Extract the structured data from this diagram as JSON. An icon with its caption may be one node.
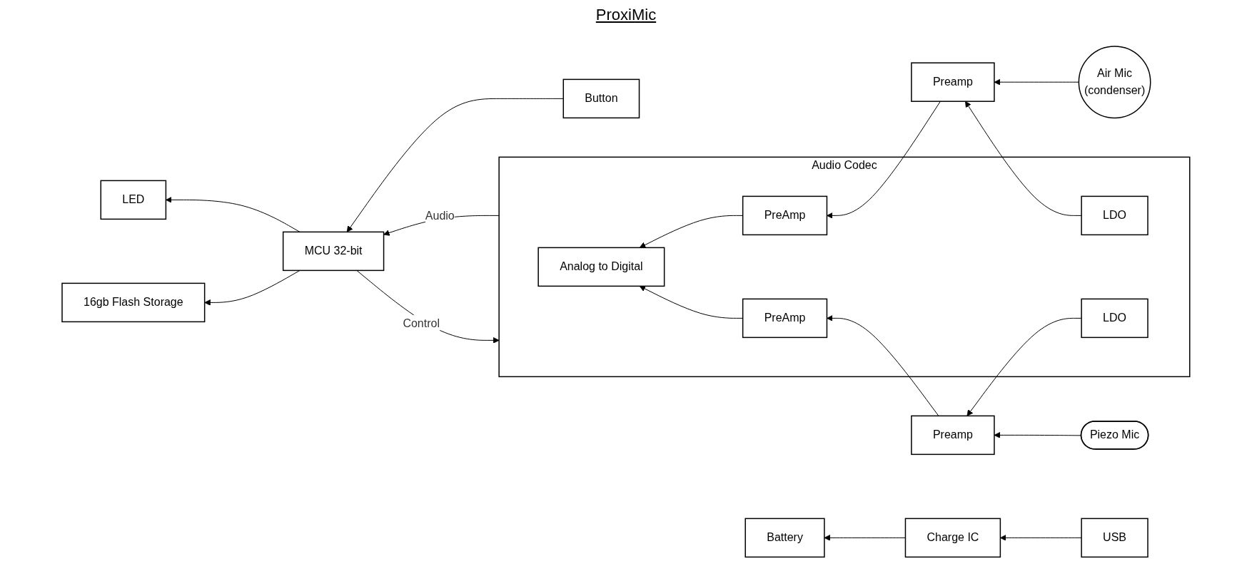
{
  "diagram": {
    "title": "ProxiMic",
    "nodes": [
      {
        "text": [
          "LED"
        ]
      },
      {
        "text": [
          "16gb Flash Storage"
        ]
      },
      {
        "text": [
          "Button"
        ]
      },
      {
        "text": [
          "MCU 32-bit"
        ]
      },
      {
        "text": [
          "USB"
        ]
      },
      {
        "text": [
          "Battery"
        ]
      },
      {
        "text": [
          "Charge IC"
        ]
      },
      {
        "text": [
          "Audio Codec"
        ]
      },
      {
        "text": [
          "Analog to Digital"
        ],
        "in": 7
      },
      {
        "text": [
          "PreAmp"
        ],
        "in": 7
      },
      {
        "text": [
          "LDO"
        ],
        "in": 7
      },
      {
        "text": [
          "LDO"
        ],
        "in": 7
      },
      {
        "text": [
          "PreAmp"
        ],
        "in": 7
      },
      {
        "text": [
          "Preamp"
        ]
      },
      {
        "text": [
          "Air Mic",
          "(condenser)"
        ]
      },
      {
        "text": [
          "Preamp"
        ]
      },
      {
        "text": [
          "Piezo Mic"
        ]
      }
    ],
    "edges": [
      {
        "from": 3,
        "to": 0,
        "arrow": "to"
      },
      {
        "from": 3,
        "to": 1,
        "arrow": "to"
      },
      {
        "from": 2,
        "to": 3,
        "arrow": "to"
      },
      {
        "from": 7,
        "to": 3,
        "arrow": "to",
        "label": "Audio"
      },
      {
        "from": 3,
        "to": 7,
        "arrow": "to",
        "label": "Control"
      },
      {
        "from": 4,
        "to": 6,
        "arrow": "to"
      },
      {
        "from": 6,
        "to": 5,
        "arrow": "to"
      },
      {
        "from": 9,
        "to": 8,
        "arrow": "to"
      },
      {
        "from": 12,
        "to": 8,
        "arrow": "to"
      },
      {
        "from": 13,
        "to": 9,
        "arrow": "to"
      },
      {
        "from": 10,
        "to": 13,
        "arrow": "to"
      },
      {
        "from": 11,
        "to": 15,
        "arrow": "to"
      },
      {
        "from": 14,
        "to": 13,
        "arrow": "to"
      },
      {
        "from": 15,
        "to": 12,
        "arrow": "to"
      },
      {
        "from": 16,
        "to": 15,
        "arrow": "to"
      }
    ]
  }
}
